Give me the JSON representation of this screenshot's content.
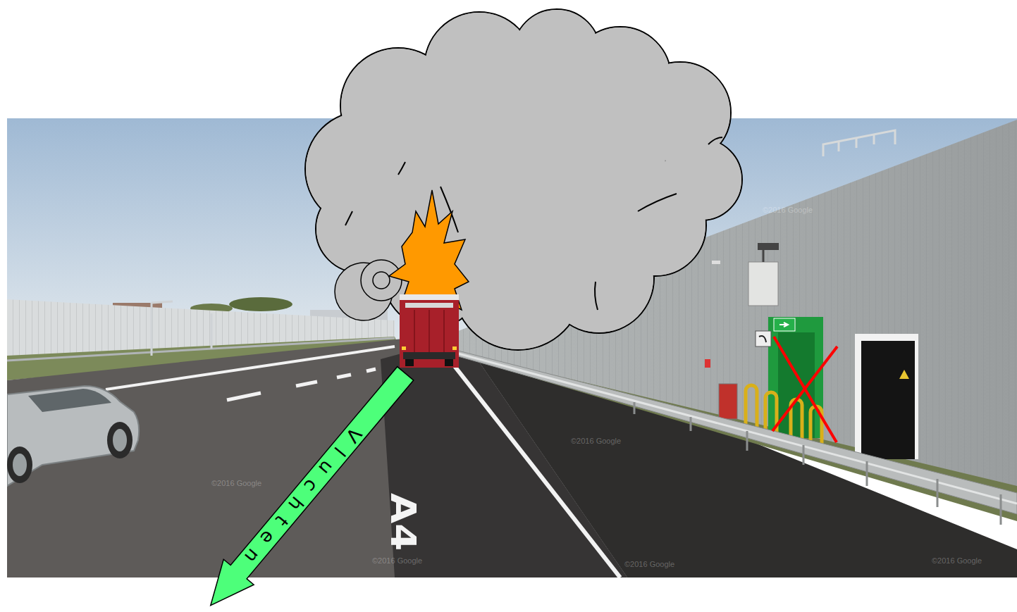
{
  "diagram": {
    "nodes": [
      {
        "text": [
          "Vluchten"
        ]
      }
    ],
    "labels": [
      "A4",
      "©2016 Google",
      "©2016 Google",
      "©2016 Google",
      "©2016 Google",
      "©2016 Google",
      "©2016 Google"
    ]
  }
}
